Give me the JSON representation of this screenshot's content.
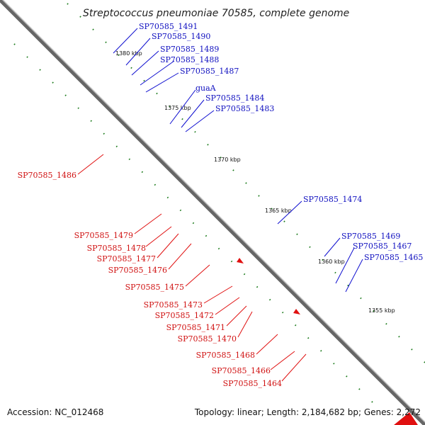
{
  "title": "Streptococcus pneumoniae 70585, complete genome",
  "accession": "Accession: NC_012468",
  "topology": "Topology: linear; Length: 2,184,682 bp; Genes: 2,272",
  "colors": {
    "forward": "#1010e0",
    "reverse": "#e01010",
    "backbone": "#888888",
    "tick": "#1a7a1a"
  },
  "kbp_labels": [
    "1380 kbp",
    "1375 kbp",
    "1370 kbp",
    "1365 kbp",
    "1360 kbp",
    "1355 kbp"
  ],
  "forward_labels": [
    "SP70585_1491",
    "SP70585_1490",
    "SP70585_1489",
    "SP70585_1488",
    "SP70585_1487",
    "guaA",
    "SP70585_1484",
    "SP70585_1483",
    "SP70585_1474",
    "SP70585_1469",
    "SP70585_1467",
    "SP70585_1465"
  ],
  "reverse_labels": [
    "SP70585_1486",
    "SP70585_1479",
    "SP70585_1478",
    "SP70585_1477",
    "SP70585_1476",
    "SP70585_1475",
    "SP70585_1473",
    "SP70585_1472",
    "SP70585_1471",
    "SP70585_1470",
    "SP70585_1468",
    "SP70585_1466",
    "SP70585_1464"
  ]
}
